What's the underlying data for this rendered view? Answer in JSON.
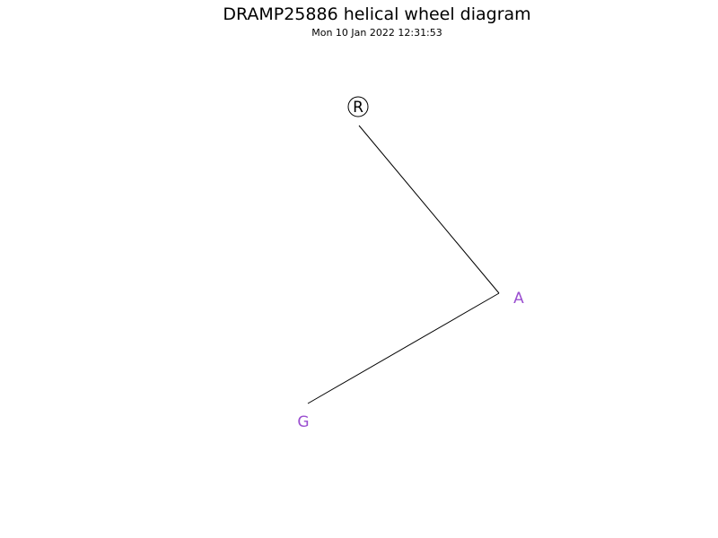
{
  "diagram": {
    "title": "DRAMP25886 helical wheel diagram",
    "timestamp": "Mon 10 Jan 2022 12:31:53",
    "residues": [
      {
        "letter": "R",
        "color": "#000000",
        "circled": true
      },
      {
        "letter": "A",
        "color": "#9b4fd0",
        "circled": false
      },
      {
        "letter": "G",
        "color": "#9b4fd0",
        "circled": false
      }
    ]
  }
}
